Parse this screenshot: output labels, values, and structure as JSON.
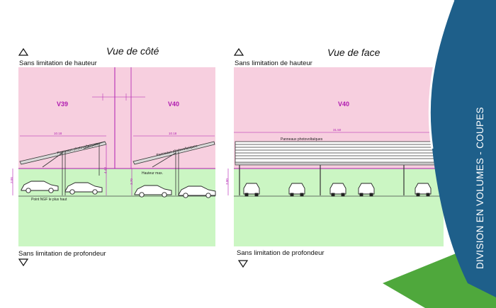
{
  "left_panel": {
    "title": "Vue de côté",
    "top_label": "Sans limitation de hauteur",
    "bottom_label": "Sans limitation de profondeur",
    "volume_left": "V39",
    "volume_right": "V40",
    "panel_label_1": "Panneaux photovoltaïques",
    "panel_label_2": "Panneaux photovoltaïques",
    "height_max_label": "Hauteur max.",
    "ngf_label": "Point NGF le plus haut",
    "dim_width_1": "10.18",
    "dim_width_2": "10.18",
    "dim_height_1": "3.00",
    "dim_height_2": "4.49",
    "dim_height_3": "3.70"
  },
  "right_panel": {
    "title": "Vue de face",
    "top_label": "Sans limitation de hauteur",
    "bottom_label": "Sans limitation de profondeur",
    "volume": "V40",
    "panel_label": "Panneaux photovoltaïques",
    "dim_width": "31.50",
    "dim_height": "3.00"
  },
  "side_banner": {
    "text": "DIVISION EN VOLUMES - COUPES"
  },
  "colors": {
    "upper_volume": "#f7cfdf",
    "lower_volume": "#cbf6c3",
    "boundary": "#b01cb0",
    "banner_blue": "#1e5f8a",
    "banner_green": "#4fa83c"
  }
}
